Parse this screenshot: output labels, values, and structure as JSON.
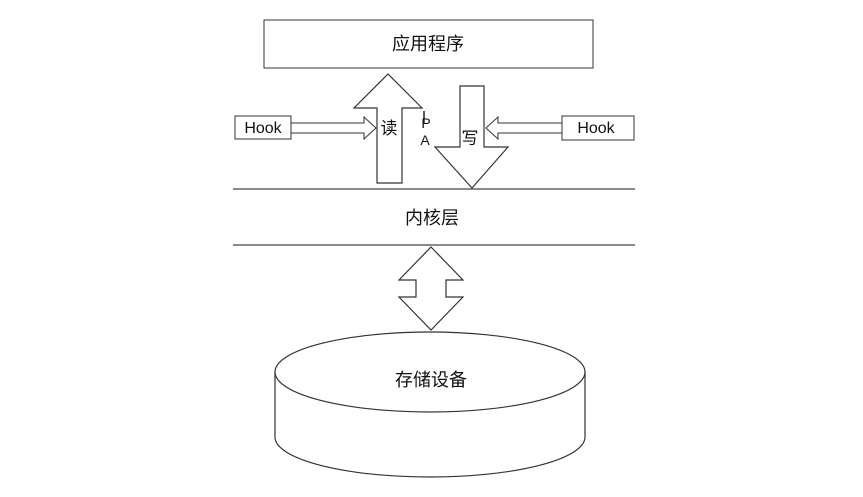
{
  "app_layer": {
    "label": "应用程序"
  },
  "kernel_layer": {
    "label": "内核层"
  },
  "storage": {
    "label": "存储设备"
  },
  "read_arrow": {
    "label": "读"
  },
  "write_arrow": {
    "label": "写"
  },
  "hook_left": {
    "label": "Hook"
  },
  "hook_right": {
    "label": "Hook"
  },
  "marker": {
    "top": "P",
    "bottom": "A"
  }
}
